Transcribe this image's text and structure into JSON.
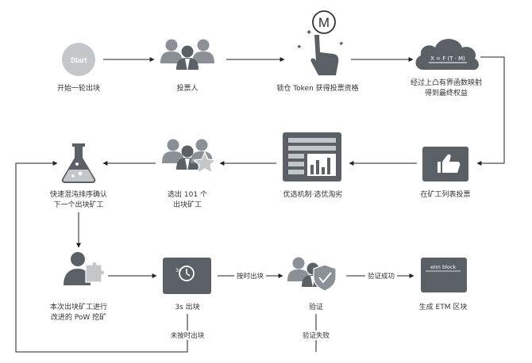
{
  "colors": {
    "icon_dark": "#5a6066",
    "icon_mid": "#8a9096",
    "icon_light": "#c4c7ca",
    "accent_white": "#ffffff",
    "line": "#222222"
  },
  "nodes": {
    "start": {
      "icon": "start-circle-icon",
      "text": "Start",
      "label": "开始一轮出块"
    },
    "voters": {
      "icon": "people-group-icon",
      "label": "投票人"
    },
    "lock_token": {
      "icon": "hand-tap-m-icon",
      "badge": "M",
      "label": "锁仓 Token 获得投票资格"
    },
    "formula": {
      "icon": "cloud-formula-icon",
      "text": "X = F (T · M)",
      "label_line1": "经过上凸有界函数映射",
      "label_line2": "得到最终权益"
    },
    "vote_list": {
      "icon": "thumbs-up-icon",
      "label": "在矿工列表投票"
    },
    "select_mech": {
      "icon": "table-chart-icon",
      "label": "优选机制·选优淘劣"
    },
    "select_101": {
      "icon": "people-star-icon",
      "label_line1": "选出 101 个",
      "label_line2": "出块矿工"
    },
    "shuffle": {
      "icon": "flask-icon",
      "label_line1": "快速混沌排序确认",
      "label_line2": "下一个出块矿工"
    },
    "pow": {
      "icon": "person-puzzle-icon",
      "label_line1": "本次出块矿工进行",
      "label_line2": "改进的 PoW 挖矿"
    },
    "block_3s": {
      "icon": "clock-3s-icon",
      "text": "3s",
      "label": "3s 出块"
    },
    "verify": {
      "icon": "people-shield-icon",
      "label": "验证"
    },
    "etm_block": {
      "icon": "etm-block-icon",
      "text": "etm block",
      "label": "生成 ETM 区块"
    }
  },
  "edges": {
    "on_time": "按时出块",
    "verify_success": "验证成功",
    "not_on_time": "未按时出块",
    "verify_fail": "验证失败"
  }
}
